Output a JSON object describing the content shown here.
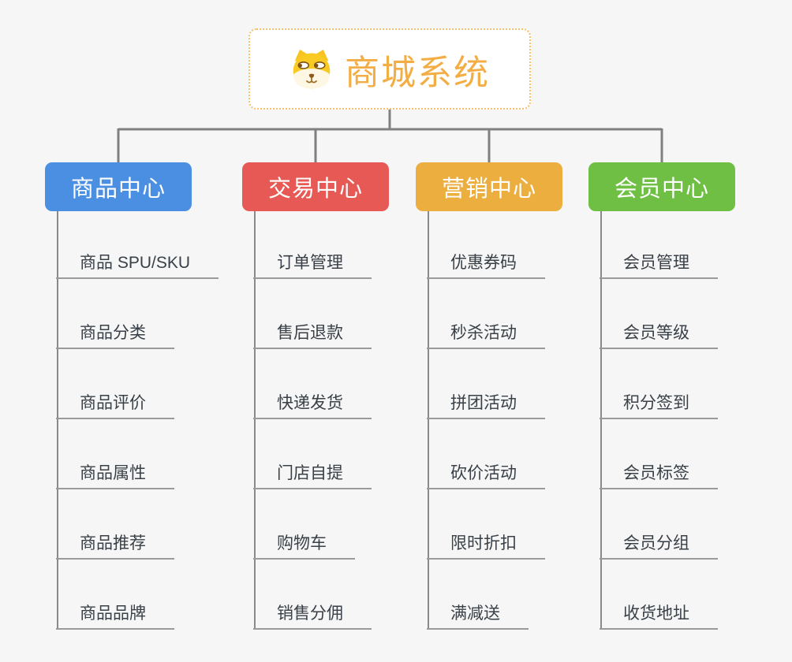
{
  "root": {
    "label": "商城系统",
    "icon": "shiba-dog-icon",
    "text_color": "#f3ad45",
    "border_color": "#f6c06a"
  },
  "connector_color": "#808080",
  "branches": [
    {
      "label": "商品中心",
      "color": "#4b8fe2",
      "children": [
        "商品 SPU/SKU",
        "商品分类",
        "商品评价",
        "商品属性",
        "商品推荐",
        "商品品牌"
      ]
    },
    {
      "label": "交易中心",
      "color": "#e65954",
      "children": [
        "订单管理",
        "售后退款",
        "快递发货",
        "门店自提",
        "购物车",
        "销售分佣"
      ]
    },
    {
      "label": "营销中心",
      "color": "#edae40",
      "children": [
        "优惠券码",
        "秒杀活动",
        "拼团活动",
        "砍价活动",
        "限时折扣",
        "满减送"
      ]
    },
    {
      "label": "会员中心",
      "color": "#6fbf44",
      "children": [
        "会员管理",
        "会员等级",
        "积分签到",
        "会员标签",
        "会员分组",
        "收货地址"
      ]
    }
  ]
}
